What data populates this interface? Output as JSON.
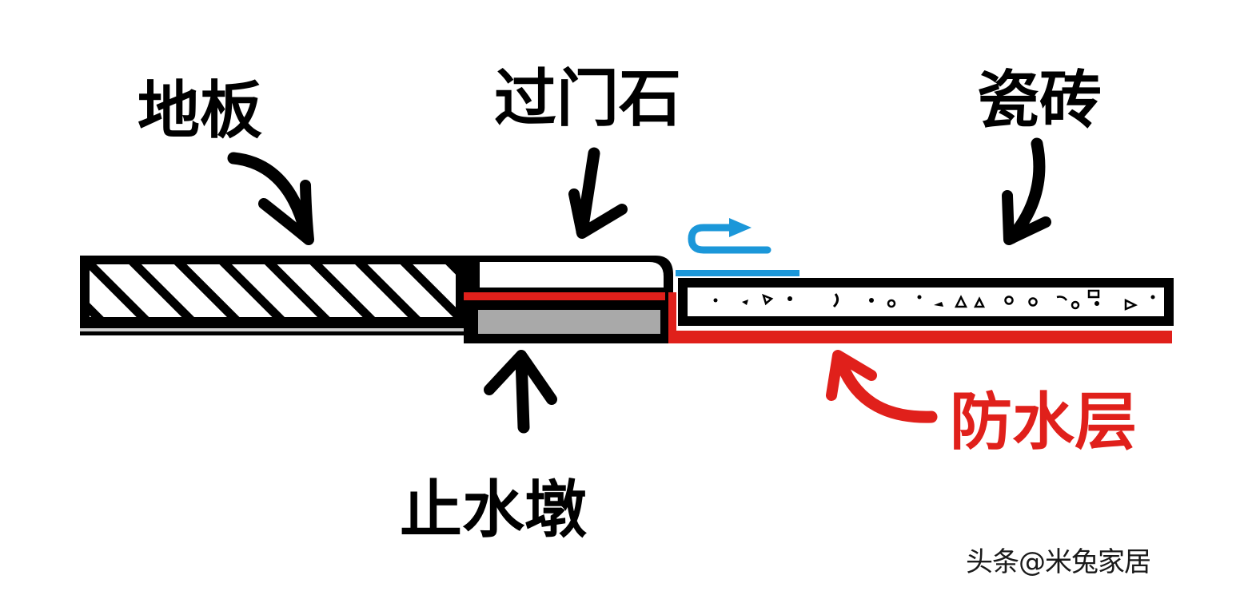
{
  "labels": {
    "floor": "地板",
    "threshold_stone": "过门石",
    "tile": "瓷砖",
    "water_stop_curb": "止水墩",
    "waterproof_layer": "防水层"
  },
  "watermark": "头条@米兔家居",
  "colors": {
    "outline": "#000000",
    "waterproof": "#e0201b",
    "curb_fill": "#a9a9a9",
    "flow_arrow": "#1b97d9",
    "background": "#ffffff"
  },
  "icons": {
    "flow_arrow": "u-turn-arrow-icon"
  }
}
